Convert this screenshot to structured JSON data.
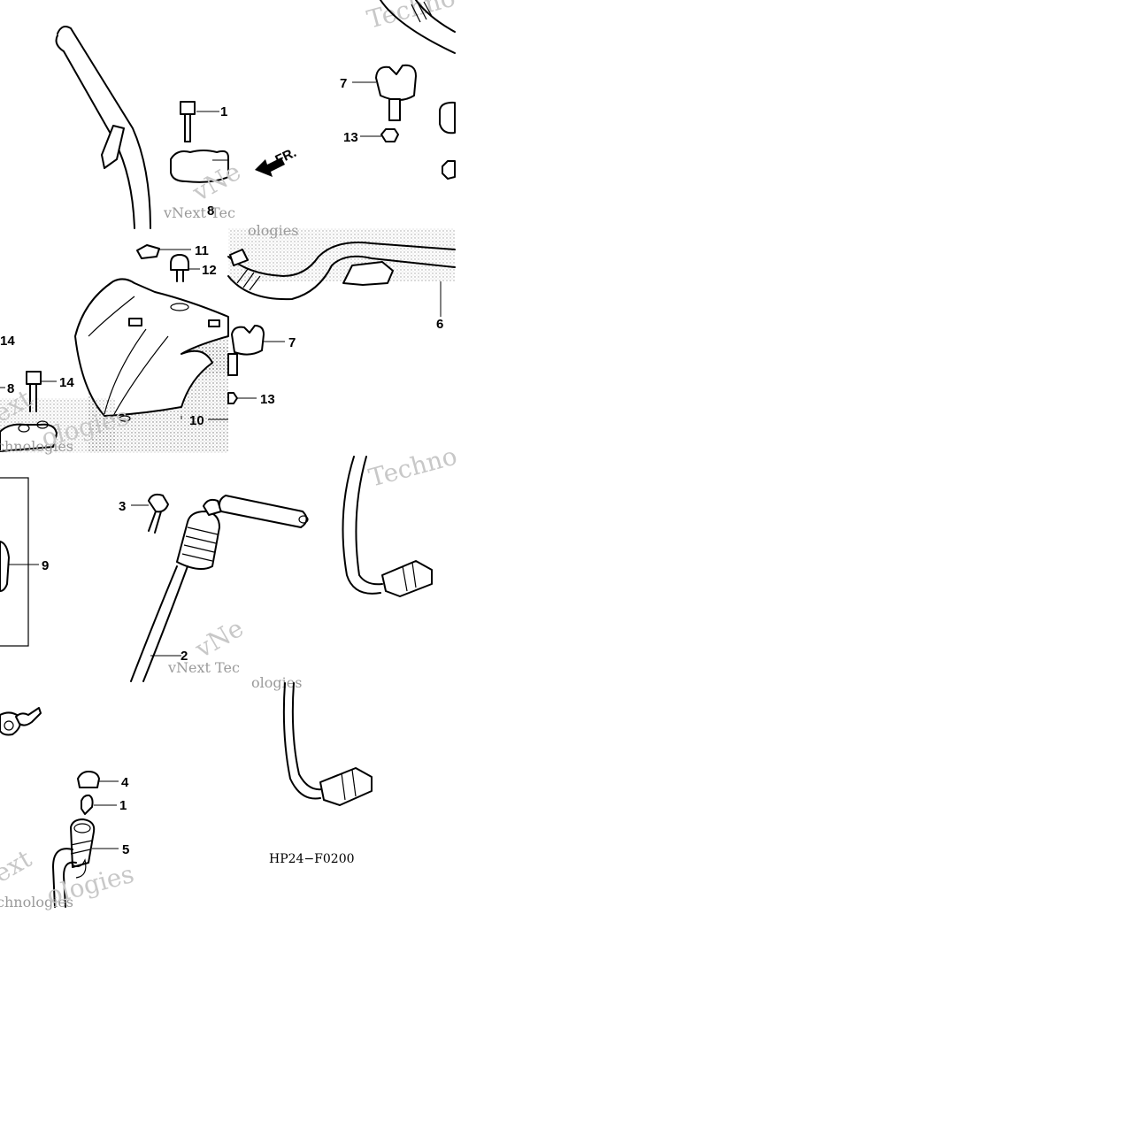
{
  "diagram": {
    "code": "HP24−F0200",
    "direction_label": "FR.",
    "watermark": {
      "brand": "Technologies",
      "next": "vNext",
      "short": "vNe",
      "ext": "ext",
      "fragment_a": "chnologies",
      "fragment_b": "ologies",
      "fragment_c": "vNext Tec",
      "fragment_d": "Techno"
    },
    "callouts": [
      "1",
      "2",
      "3",
      "4",
      "5",
      "6",
      "7",
      "8",
      "9",
      "10",
      "11",
      "12",
      "13",
      "14"
    ],
    "tile_labels": {
      "top_left": [
        "1",
        "8"
      ],
      "top_right": [
        "7",
        "13"
      ],
      "middle_center": [
        "11",
        "12",
        "7",
        "13",
        "10"
      ],
      "middle_left": [
        "14",
        "8",
        "14"
      ],
      "middle_right": [
        "6"
      ],
      "lower_center": [
        "3",
        "2"
      ],
      "lower_left": [
        "9"
      ],
      "bottom_left": [
        "4",
        "1",
        "5"
      ]
    }
  }
}
